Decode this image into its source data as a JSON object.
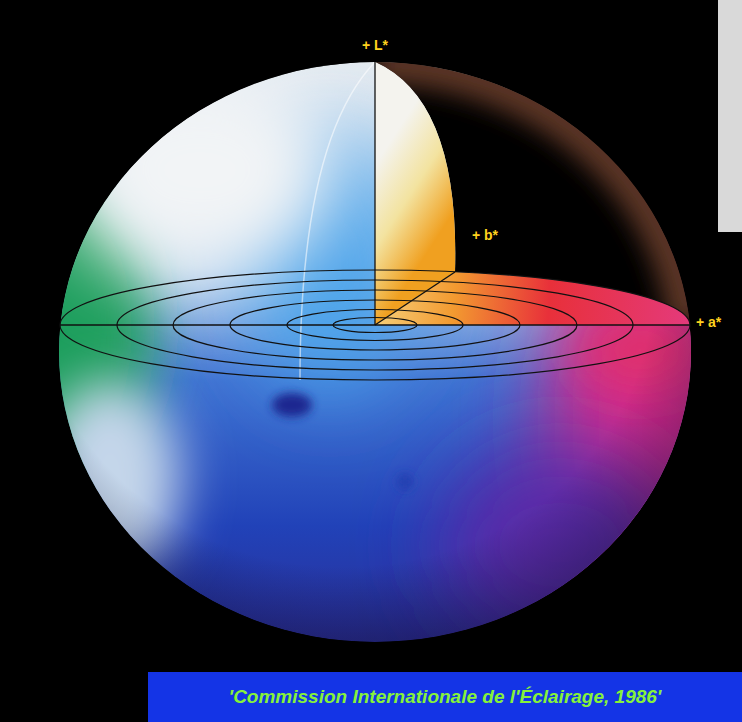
{
  "diagram": {
    "nodes": [
      {
        "text": [
          "'Commission Internationale de l'Éclairage, 1986'"
        ]
      }
    ],
    "labels": [
      "+ L*",
      "+ b*",
      "+ a*"
    ]
  }
}
